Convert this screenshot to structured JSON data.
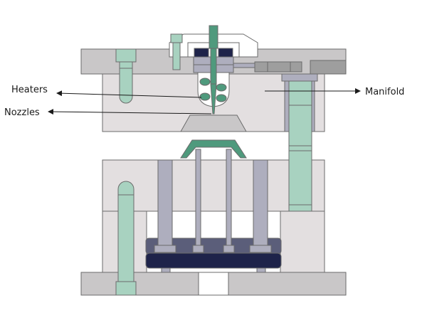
{
  "labels": {
    "heaters": "Heaters",
    "nozzles": "Nozzles",
    "manifold": "Manifold"
  },
  "colors": {
    "plate_light": "#e3dfe0",
    "plate_mid": "#c9c7c8",
    "plate_dark": "#9e9e9e",
    "mint": "#a8d2c0",
    "green": "#4f9a7d",
    "steel": "#aeaebe",
    "navy": "#1e234a",
    "slate": "#5b5e7a",
    "outline": "#6b6b6b"
  }
}
